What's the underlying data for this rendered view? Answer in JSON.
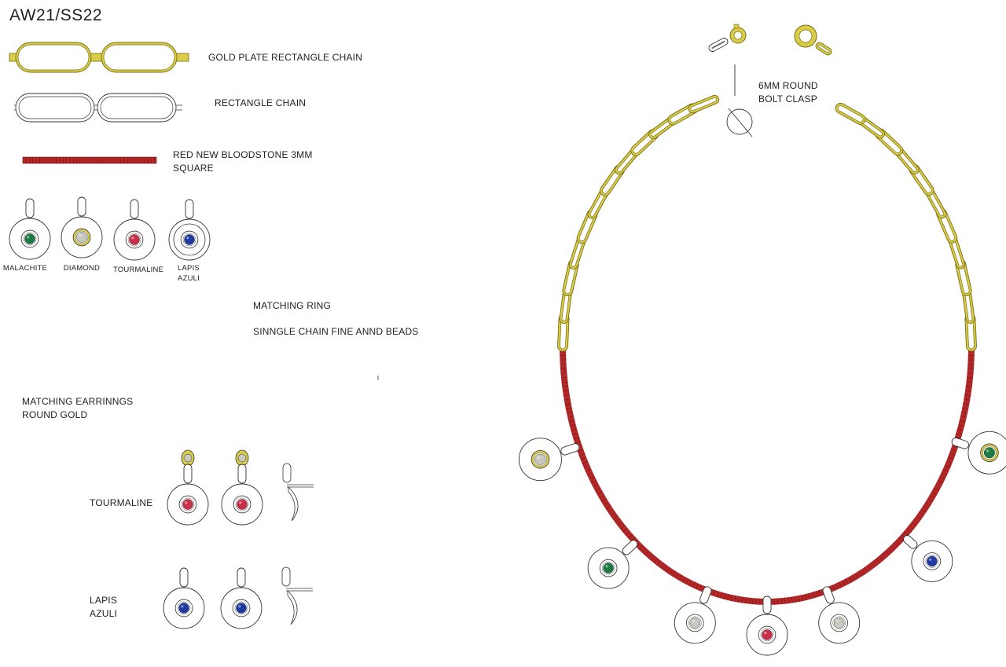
{
  "title": "AW21/SS22",
  "legend": {
    "gold_chain": "GOLD PLATE RECTANGLE CHAIN",
    "rect_chain": "RECTANGLE CHAIN",
    "bloodstone_1": "RED NEW BLOODSTONE 3MM",
    "bloodstone_2": "SQUARE"
  },
  "charms": [
    {
      "label": "MALACHITE",
      "stone": "#1e7a45"
    },
    {
      "label": "DIAMOND",
      "stone": "#c8c8c0"
    },
    {
      "label": "TOURMALINE",
      "stone": "#c8304a"
    },
    {
      "label_1": "LAPIS",
      "label_2": "AZULI",
      "stone": "#1f3aa0"
    }
  ],
  "notes": {
    "matching_ring": "MATCHING RING",
    "single_chain": "SINNGLE CHAIN FINE ANND BEADS",
    "earrings_1": "MATCHING EARRINNGS",
    "earrings_2": "ROUND GOLD",
    "tourmaline": "TOURMALINE",
    "lapis_1": "LAPIS",
    "lapis_2": "AZULI"
  },
  "clasp": {
    "line_1": "6MM ROUND",
    "line_2": "BOLT CLASP"
  },
  "colors": {
    "gold": "#d8cc4a",
    "gold_dark": "#7a6f10",
    "bloodstone": "#b22828",
    "malachite": "#1e7a45",
    "diamond": "#c8c8c0",
    "tourmaline": "#c8304a",
    "lapis": "#1f3aa0"
  }
}
